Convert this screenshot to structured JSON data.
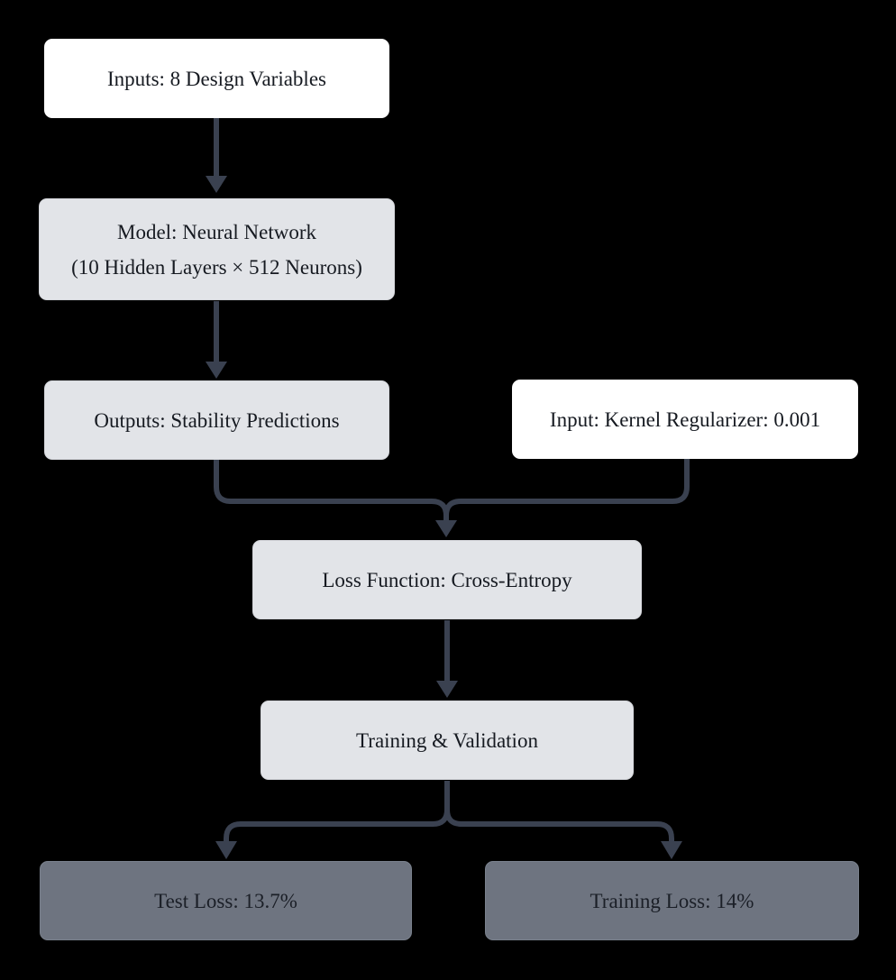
{
  "diagram": {
    "type": "flowchart",
    "background_color": "#000000",
    "colors": {
      "node_white_fill": "#ffffff",
      "node_light_fill": "#e2e4e8",
      "node_dark_fill": "#6e7480",
      "edge_color": "#3a4150",
      "text_color": "#161a21"
    },
    "nodes": {
      "inputs": {
        "label": "Inputs: 8 Design Variables"
      },
      "model": {
        "label_line1": "Model: Neural Network",
        "label_line2": "(10 Hidden Layers × 512 Neurons)"
      },
      "outputs": {
        "label": "Outputs: Stability Predictions"
      },
      "regularizer": {
        "label": "Input: Kernel Regularizer: 0.001"
      },
      "loss": {
        "label": "Loss Function: Cross-Entropy"
      },
      "training": {
        "label": "Training & Validation"
      },
      "test_loss": {
        "label": "Test Loss: 13.7%"
      },
      "training_loss": {
        "label": "Training Loss: 14%"
      }
    },
    "edges": [
      {
        "from": "inputs",
        "to": "model"
      },
      {
        "from": "model",
        "to": "outputs"
      },
      {
        "from": "outputs",
        "to": "loss"
      },
      {
        "from": "regularizer",
        "to": "loss"
      },
      {
        "from": "loss",
        "to": "training"
      },
      {
        "from": "training",
        "to": "test_loss"
      },
      {
        "from": "training",
        "to": "training_loss"
      }
    ]
  }
}
